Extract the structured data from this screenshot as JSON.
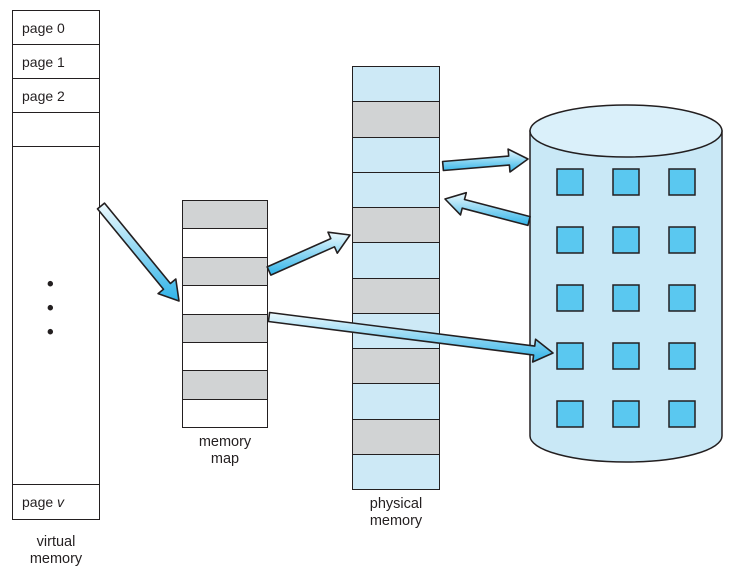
{
  "figure": {
    "name": "virtual-memory-diagram"
  },
  "virtual_memory": {
    "label": "virtual\nmemory",
    "pages": [
      "page 0",
      "page 1",
      "page 2"
    ],
    "dots": "•\n•\n•",
    "last_page_prefix": "page ",
    "last_page_var": "v"
  },
  "memory_map": {
    "label": "memory\nmap",
    "cells": [
      "gray",
      "white",
      "gray",
      "white",
      "gray",
      "white",
      "gray",
      "white"
    ]
  },
  "physical_memory": {
    "label": "physical\nmemory",
    "cells": [
      "blue",
      "gray",
      "blue",
      "blue",
      "gray",
      "blue",
      "gray",
      "blue",
      "gray",
      "blue",
      "gray",
      "blue"
    ]
  },
  "disk": {
    "grid": {
      "rows": 5,
      "columns": 3
    }
  },
  "colors": {
    "ink": "#231f20",
    "cell_gray": "#d1d3d4",
    "cell_white": "#ffffff",
    "cell_blue": "#cde9f6",
    "disk_body": "#c9e8f6",
    "disk_top": "#daf0fa",
    "square_blue": "#5ac8f0",
    "arrow_light": "#eefafe",
    "arrow_dark": "#2fb3e8",
    "background": "#ffffff"
  }
}
